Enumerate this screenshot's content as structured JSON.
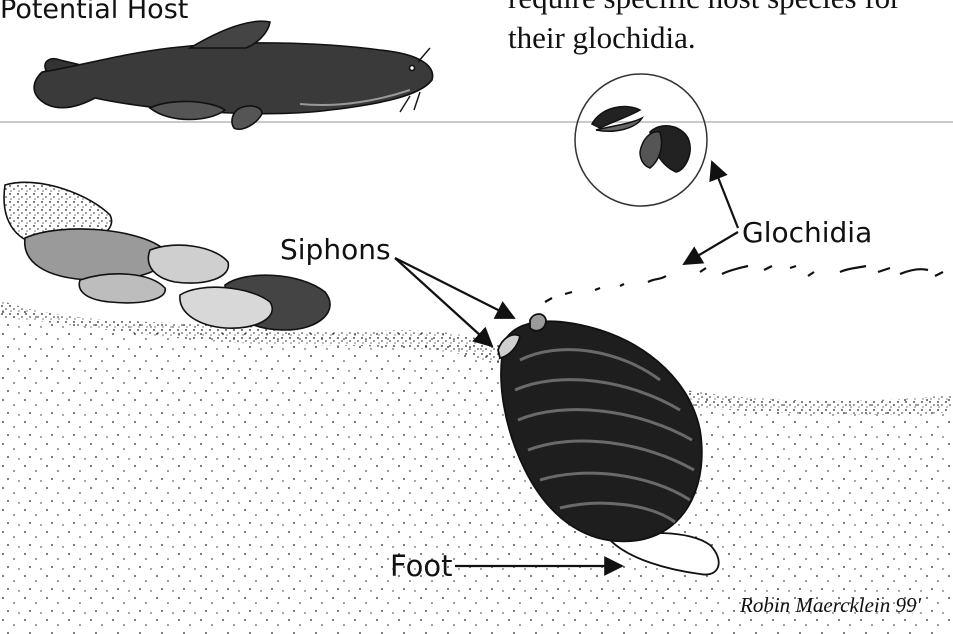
{
  "labels": {
    "host": "Potential Host",
    "caption_line1": "require specific host species for",
    "caption_line2": "their glochidia.",
    "siphons": "Siphons",
    "glochidia": "Glochidia",
    "foot": "Foot",
    "credit": "Robin Maercklein 99'"
  },
  "colors": {
    "ink": "#111111",
    "paper": "#ffffff",
    "shell_dark": "#1e1e1e",
    "shell_band": "#5a5a5a",
    "rock": "#8a8a8a",
    "waterline": "#b8b8b8"
  },
  "icons": {
    "fish": "catfish-illustration",
    "mussel": "mussel-illustration",
    "glochidia": "glochidia-illustration"
  }
}
